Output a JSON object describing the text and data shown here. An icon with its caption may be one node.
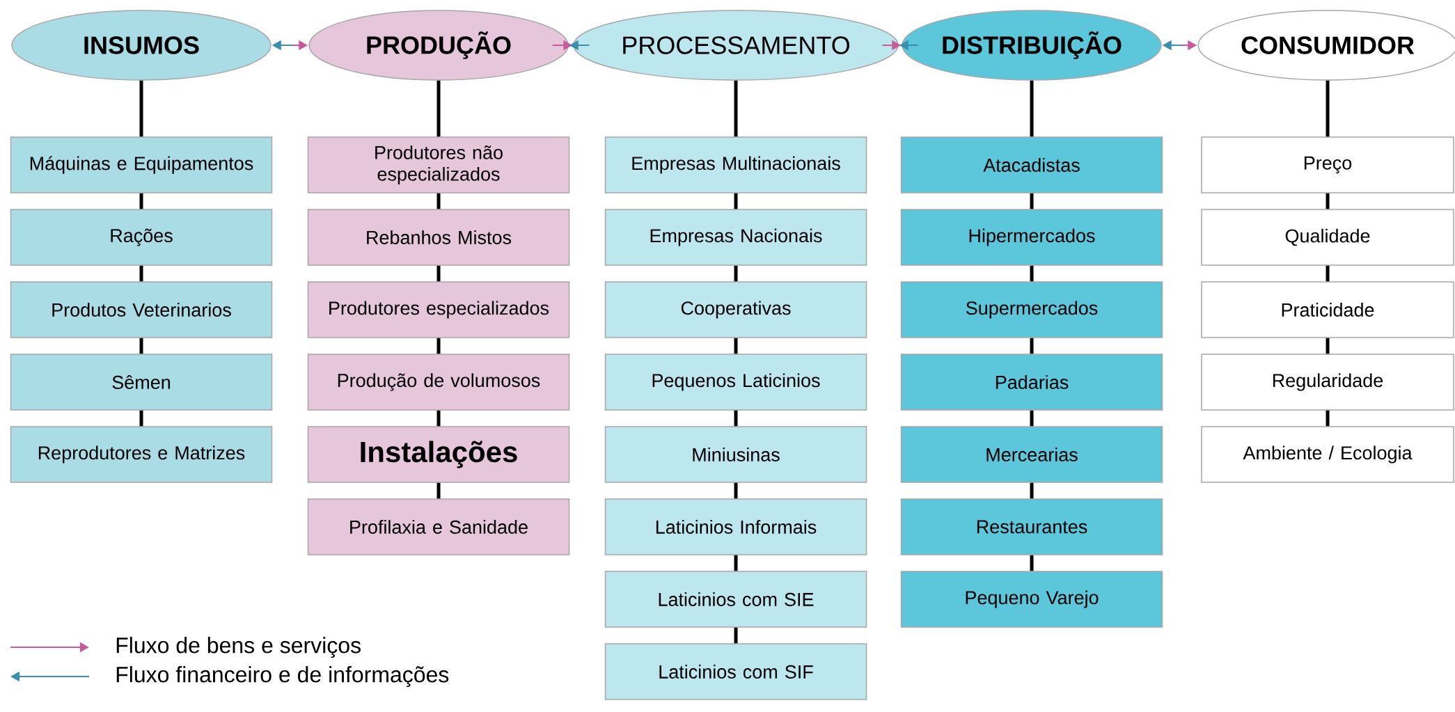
{
  "diagram": {
    "nodes": [
      {
        "text": [
          "INSUMOS"
        ]
      },
      {
        "text": [
          "Máquinas e Equipamentos"
        ]
      },
      {
        "text": [
          "Rações"
        ]
      },
      {
        "text": [
          "Produtos Veterinarios"
        ]
      },
      {
        "text": [
          "Sêmen"
        ]
      },
      {
        "text": [
          "Reprodutores e Matrizes"
        ]
      },
      {
        "text": [
          "PRODUÇÃO"
        ]
      },
      {
        "text": [
          "Produtores não especializados"
        ]
      },
      {
        "text": [
          "Rebanhos Mistos"
        ]
      },
      {
        "text": [
          "Produtores especializados"
        ]
      },
      {
        "text": [
          "Produção de volumosos"
        ]
      },
      {
        "text": [
          "Instalações"
        ]
      },
      {
        "text": [
          "Profilaxia e Sanidade"
        ]
      },
      {
        "text": [
          "PROCESSAMENTO"
        ]
      },
      {
        "text": [
          "Empresas Multinacionais"
        ]
      },
      {
        "text": [
          "Empresas Nacionais"
        ]
      },
      {
        "text": [
          "Cooperativas"
        ]
      },
      {
        "text": [
          "Pequenos Laticinios"
        ]
      },
      {
        "text": [
          "Miniusinas"
        ]
      },
      {
        "text": [
          "Laticinios Informais"
        ]
      },
      {
        "text": [
          "Laticinios com SIE"
        ]
      },
      {
        "text": [
          "Laticinios com SIF"
        ]
      },
      {
        "text": [
          "DISTRIBUIÇÃO"
        ]
      },
      {
        "text": [
          "Atacadistas"
        ]
      },
      {
        "text": [
          "Hipermercados"
        ]
      },
      {
        "text": [
          "Supermercados"
        ]
      },
      {
        "text": [
          "Padarias"
        ]
      },
      {
        "text": [
          "Mercearias"
        ]
      },
      {
        "text": [
          "Restaurantes"
        ]
      },
      {
        "text": [
          "Pequeno Varejo"
        ]
      },
      {
        "text": [
          "CONSUMIDOR"
        ]
      },
      {
        "text": [
          "Preço"
        ]
      },
      {
        "text": [
          "Qualidade"
        ]
      },
      {
        "text": [
          "Praticidade"
        ]
      },
      {
        "text": [
          "Regularidade"
        ]
      },
      {
        "text": [
          "Ambiente / Ecologia"
        ]
      }
    ],
    "edges": [
      {
        "from": 0,
        "to": 1,
        "arrow": "none"
      },
      {
        "from": 1,
        "to": 2,
        "arrow": "none"
      },
      {
        "from": 2,
        "to": 3,
        "arrow": "none"
      },
      {
        "from": 3,
        "to": 4,
        "arrow": "none"
      },
      {
        "from": 4,
        "to": 5,
        "arrow": "none"
      },
      {
        "from": 6,
        "to": 7,
        "arrow": "none"
      },
      {
        "from": 7,
        "to": 8,
        "arrow": "none"
      },
      {
        "from": 8,
        "to": 9,
        "arrow": "none"
      },
      {
        "from": 9,
        "to": 10,
        "arrow": "none"
      },
      {
        "from": 10,
        "to": 11,
        "arrow": "none"
      },
      {
        "from": 11,
        "to": 12,
        "arrow": "none"
      },
      {
        "from": 13,
        "to": 14,
        "arrow": "none"
      },
      {
        "from": 14,
        "to": 15,
        "arrow": "none"
      },
      {
        "from": 15,
        "to": 16,
        "arrow": "none"
      },
      {
        "from": 16,
        "to": 17,
        "arrow": "none"
      },
      {
        "from": 17,
        "to": 18,
        "arrow": "none"
      },
      {
        "from": 18,
        "to": 19,
        "arrow": "none"
      },
      {
        "from": 19,
        "to": 20,
        "arrow": "none"
      },
      {
        "from": 20,
        "to": 21,
        "arrow": "none"
      },
      {
        "from": 22,
        "to": 23,
        "arrow": "none"
      },
      {
        "from": 23,
        "to": 24,
        "arrow": "none"
      },
      {
        "from": 24,
        "to": 25,
        "arrow": "none"
      },
      {
        "from": 25,
        "to": 26,
        "arrow": "none"
      },
      {
        "from": 26,
        "to": 27,
        "arrow": "none"
      },
      {
        "from": 27,
        "to": 28,
        "arrow": "none"
      },
      {
        "from": 28,
        "to": 29,
        "arrow": "none"
      },
      {
        "from": 30,
        "to": 31,
        "arrow": "none"
      },
      {
        "from": 31,
        "to": 32,
        "arrow": "none"
      },
      {
        "from": 32,
        "to": 33,
        "arrow": "none"
      },
      {
        "from": 33,
        "to": 34,
        "arrow": "none"
      },
      {
        "from": 34,
        "to": 35,
        "arrow": "none"
      },
      {
        "from": 0,
        "to": 6,
        "arrow": "to",
        "color": "#c85a9c"
      },
      {
        "from": 6,
        "to": 0,
        "arrow": "to",
        "color": "#3a8fb0"
      },
      {
        "from": 6,
        "to": 13,
        "arrow": "to",
        "color": "#c85a9c"
      },
      {
        "from": 13,
        "to": 6,
        "arrow": "to",
        "color": "#3a8fb0"
      },
      {
        "from": 13,
        "to": 22,
        "arrow": "to",
        "color": "#c85a9c"
      },
      {
        "from": 22,
        "to": 13,
        "arrow": "to",
        "color": "#3a8fb0"
      },
      {
        "from": 22,
        "to": 30,
        "arrow": "to",
        "color": "#c85a9c"
      },
      {
        "from": 30,
        "to": 22,
        "arrow": "to",
        "color": "#3a8fb0"
      }
    ],
    "legend": [
      {
        "text": "Fluxo de bens e serviços"
      },
      {
        "text": "Fluxo financeiro e de informações"
      }
    ]
  }
}
